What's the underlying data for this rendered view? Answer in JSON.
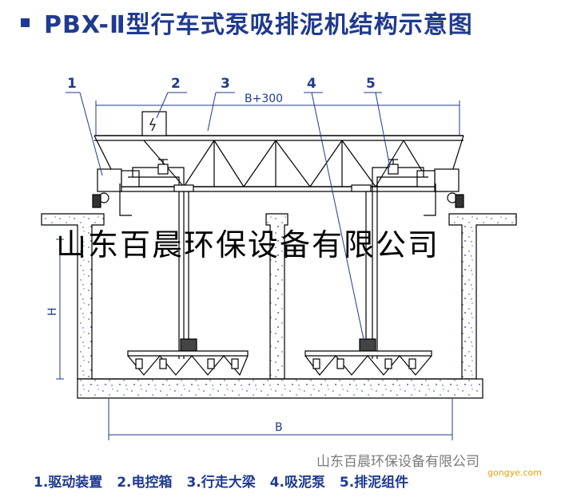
{
  "title": "PBX-Ⅱ型行车式泵吸排泥机结构示意图",
  "callouts": [
    "1",
    "2",
    "3",
    "4",
    "5"
  ],
  "dimensions": {
    "top": "B+300",
    "bottom": "B",
    "height": "H"
  },
  "legend": [
    "1.驱动装置",
    "2.电控箱",
    "3.行走大梁",
    "4.吸泥泵",
    "5.排泥组件"
  ],
  "overlay_text": "山东百晨环保设备有限公司",
  "watermark": "山东百晨环保设备有限公司",
  "watermark_small": "gongye.com",
  "colors": {
    "title": "#1f3a8f",
    "lines": "#000000",
    "dim": "#1f3a8f",
    "speckle": "#1f3a8f"
  }
}
